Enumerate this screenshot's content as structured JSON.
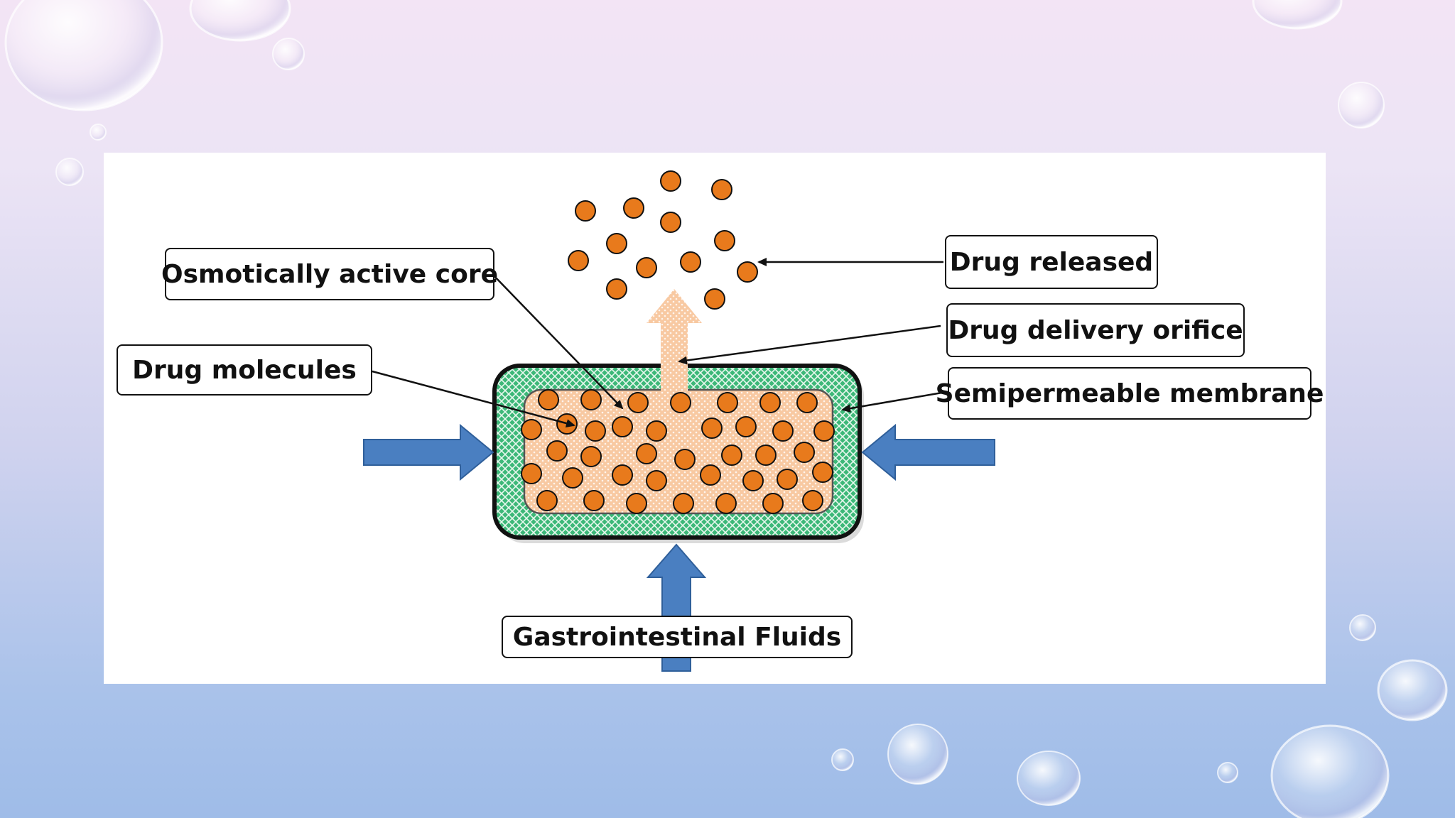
{
  "diagram": {
    "labels": {
      "osmotic_core": "Osmotically active core",
      "drug_molecules": "Drug molecules",
      "drug_released": "Drug released",
      "delivery_orifice": "Drug delivery orifice",
      "membrane": "Semipermeable membrane",
      "gi_fluids": "Gastrointestinal Fluids"
    },
    "colors": {
      "membrane_green": "#3cb878",
      "core_peach": "#f8c9a2",
      "drug_orange": "#e87a1c",
      "fluid_arrow_blue": "#4a7fc1",
      "release_arrow": "#f6c39a"
    }
  }
}
